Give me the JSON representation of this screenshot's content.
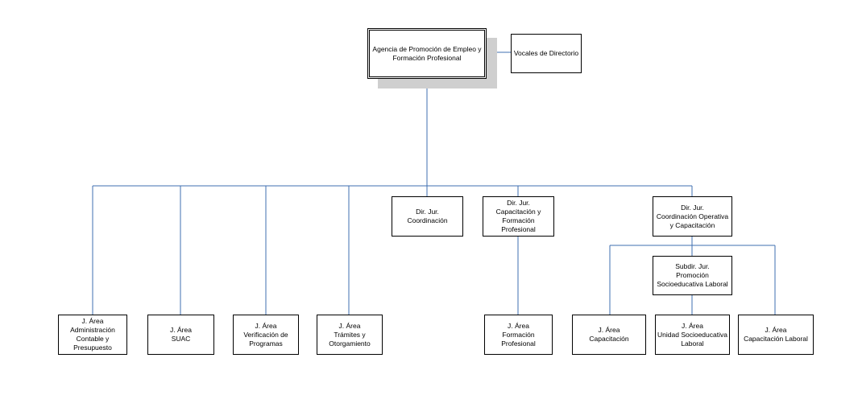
{
  "org_chart": {
    "root": {
      "label": "Agencia de Promoción de Empleo y\nFormación Profesional"
    },
    "side": {
      "label": "Vocales de Directorio"
    },
    "dir_coordinacion": {
      "label": "Dir. Jur.\nCoordinación"
    },
    "dir_capacitacion": {
      "label": "Dir. Jur.\nCapacitación y\nFormación Profesional"
    },
    "dir_operativa": {
      "label": "Dir. Jur.\nCoordinación Operativa\ny Capacitación"
    },
    "subdir_promocion": {
      "label": "Subdir. Jur.\nPromoción\nSocioeducativa Laboral"
    },
    "area_contable": {
      "label": "J. Área\nAdministración\nContable y\nPresupuesto"
    },
    "area_suac": {
      "label": "J. Área\nSUAC"
    },
    "area_verificacion": {
      "label": "J. Área\nVerificación de\nProgramas"
    },
    "area_tramites": {
      "label": "J. Área\nTrámites y\nOtorgamiento"
    },
    "area_formacion": {
      "label": "J. Área\nFormación\nProfesional"
    },
    "area_capacitacion": {
      "label": "J. Área\nCapacitación"
    },
    "area_unidad": {
      "label": "J. Área\nUnidad Socioeducativa\nLaboral"
    },
    "area_cap_laboral": {
      "label": "J. Área\nCapacitación Laboral"
    }
  },
  "colors": {
    "connector": "#3f6fb0",
    "shadow": "#cfcfcf",
    "border": "#000000"
  }
}
